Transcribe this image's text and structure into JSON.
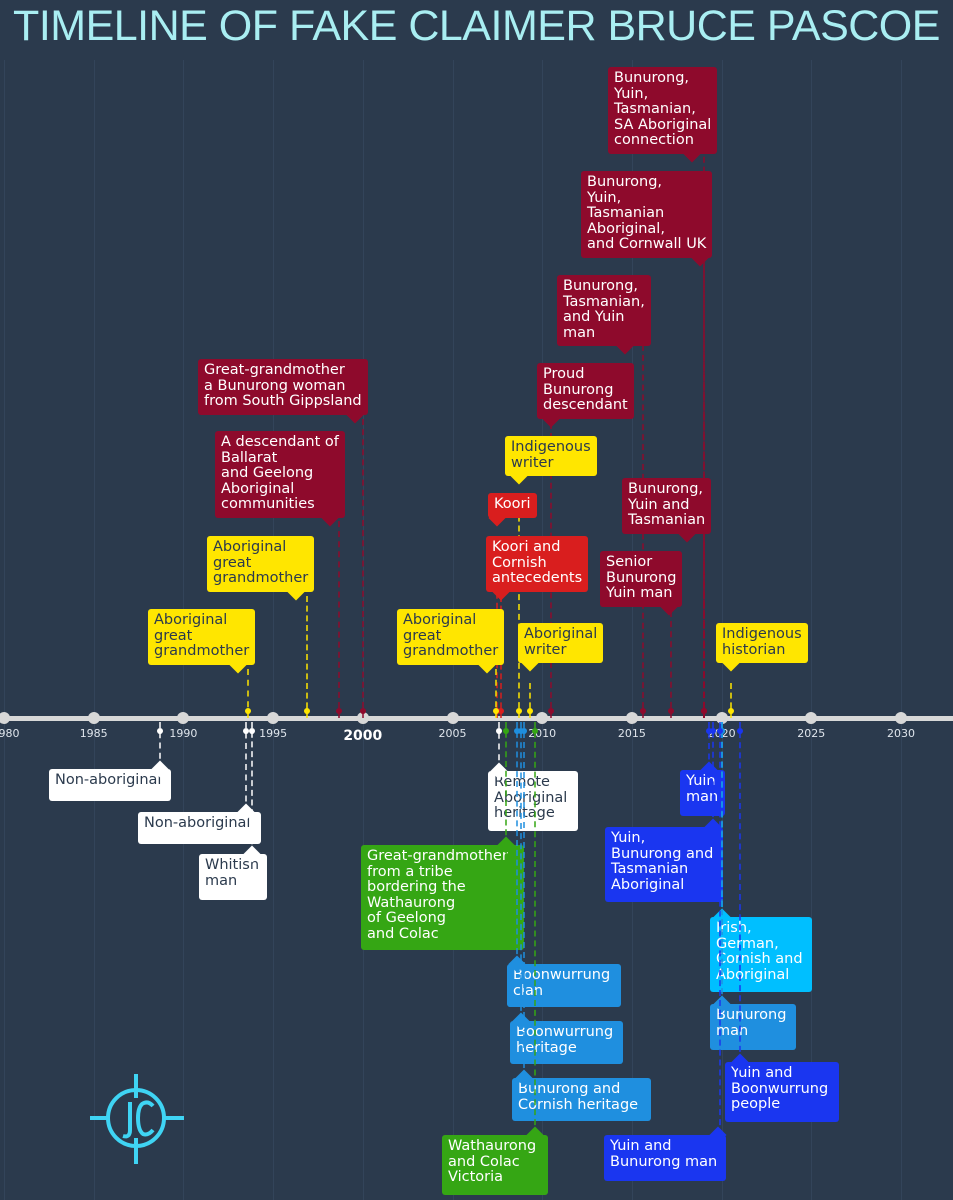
{
  "title": "TIMELINE OF FAKE CLAIMER BRUCE PASCOE",
  "colors": {
    "background": "#2b3a4d",
    "title": "#a9eef2",
    "axis": "#d8d8d8",
    "maroon": "#8e0a2c",
    "red": "#d91e1e",
    "yellow": "#ffe600",
    "white": "#ffffff",
    "green": "#35a614",
    "sky": "#1f8fdf",
    "blue": "#1a36f0",
    "cyan": "#00bfff"
  },
  "axis": {
    "ticks": [
      {
        "year": 1980,
        "label": "980"
      },
      {
        "year": 1985,
        "label": "1985"
      },
      {
        "year": 1990,
        "label": "1990"
      },
      {
        "year": 1995,
        "label": "1995"
      },
      {
        "year": 2000,
        "label": "2000",
        "major": true
      },
      {
        "year": 2005,
        "label": "2005"
      },
      {
        "year": 2010,
        "label": "2010"
      },
      {
        "year": 2015,
        "label": "2015"
      },
      {
        "year": 2020,
        "label": "2020"
      },
      {
        "year": 2025,
        "label": "2025"
      },
      {
        "year": 2030,
        "label": "2030"
      }
    ]
  },
  "events_above": [
    {
      "text": "Bunurong,\nYuin,\nTasmanian,\nSA Aboriginal\nconnection",
      "color": "maroon",
      "year": 2019.0
    },
    {
      "text": "Bunurong,\nYuin,\nTasmanian\nAboriginal,\nand Cornwall UK",
      "color": "maroon",
      "year": 2019.0
    },
    {
      "text": "Bunurong,\nTasmanian,\nand Yuin\nman",
      "color": "maroon",
      "year": 2015.6
    },
    {
      "text": "Proud\nBunurong\ndescendant",
      "color": "maroon",
      "year": 2010.5
    },
    {
      "text": "Great-grandmother\na Bunurong woman\nfrom South Gippsland",
      "color": "maroon",
      "year": 2000.0
    },
    {
      "text": "A descendant of\nBallarat\nand Geelong\nAboriginal\ncommunities",
      "color": "maroon",
      "year": 1998.7
    },
    {
      "text": "Indigenous\nwriter",
      "color": "yellow",
      "year": 2008.7
    },
    {
      "text": "Koori",
      "color": "red",
      "year": 2007.5
    },
    {
      "text": "Bunurong,\nYuin and\nTasmanian",
      "color": "maroon",
      "year": 2019.0
    },
    {
      "text": "Aboriginal\ngreat\ngrandmother",
      "color": "yellow",
      "year": 1996.9
    },
    {
      "text": "Koori and\nCornish\nantecedents",
      "color": "red",
      "year": 2007.7
    },
    {
      "text": "Senior\nBunurong\nYuin man",
      "color": "maroon",
      "year": 2017.2
    },
    {
      "text": "Aboriginal\ngreat\ngrandmother",
      "color": "yellow",
      "year": 1993.6
    },
    {
      "text": "Aboriginal\ngreat\ngrandmother",
      "color": "yellow",
      "year": 2007.4
    },
    {
      "text": "Aboriginal\nwriter",
      "color": "yellow",
      "year": 2009.3
    },
    {
      "text": "Indigenous\nhistorian",
      "color": "yellow",
      "year": 2020.5
    }
  ],
  "events_below": [
    {
      "text": "Non-aboriginal",
      "color": "white",
      "year": 1988.7
    },
    {
      "text": "Non-aboriginal",
      "color": "white",
      "year": 1993.5
    },
    {
      "text": "Whitish\nman",
      "color": "white",
      "year": 1993.8
    },
    {
      "text": "Remote\nAboriginal\nheritage",
      "color": "white",
      "year": 2007.6
    },
    {
      "text": "Great-grandmother\nfrom a tribe\nbordering the\nWathaurong\nof Geelong\nand Colac",
      "color": "green",
      "year": 2008.0
    },
    {
      "text": "Boonwurrung\nclan",
      "color": "sky",
      "year": 2008.6
    },
    {
      "text": "Boonwurrung\nheritage",
      "color": "sky",
      "year": 2008.8
    },
    {
      "text": "Bunurong and\nCornish heritage",
      "color": "sky",
      "year": 2009.0
    },
    {
      "text": "Wathaurong\nand Colac\nVictoria",
      "color": "green",
      "year": 2009.6
    },
    {
      "text": "Yuin\nman",
      "color": "blue",
      "year": 2019.3
    },
    {
      "text": "Yuin,\nBunurong and\nTasmanian\nAboriginal",
      "color": "blue",
      "year": 2019.5
    },
    {
      "text": "Irish,\nGerman,\nCornish and\nAboriginal",
      "color": "cyan",
      "year": 2020.0
    },
    {
      "text": "Bunurong\nman",
      "color": "sky",
      "year": 2020.0
    },
    {
      "text": "Yuin and\nBoonwurrung\npeople",
      "color": "blue",
      "year": 2021.0
    },
    {
      "text": "Yuin and\nBunurong man",
      "color": "blue",
      "year": 2019.9
    }
  ]
}
